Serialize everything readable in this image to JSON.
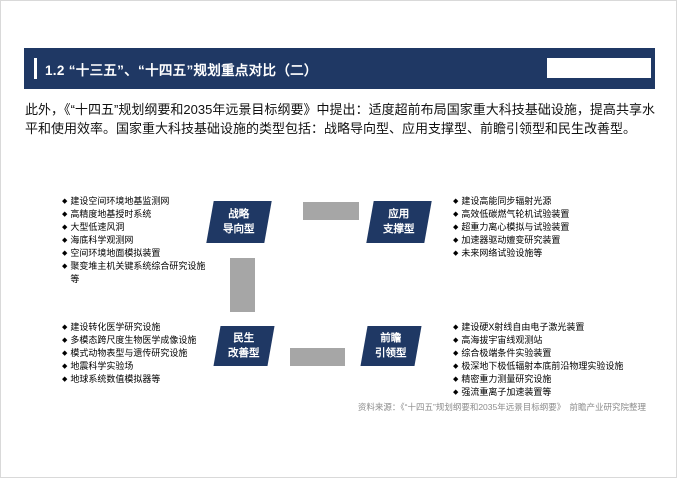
{
  "colors": {
    "primary_navy": "#1F3864",
    "connector_gray": "#A6A6A6",
    "source_gray": "#8C8C8C"
  },
  "header": {
    "title": "1.2 “十三五”、“十四五”规划重点对比（二）"
  },
  "intro": {
    "text": "此外，《“十四五”规划纲要和2035年远景目标纲要》中提出：适度超前布局国家重大科技基础设施，提高共享水平和使用效率。国家重大科技基础设施的类型包括：战略导向型、应用支撑型、前瞻引领型和民生改善型。"
  },
  "diagram": {
    "bullet": "◆",
    "nodes": {
      "strategic": {
        "label": "战略\n导向型",
        "items": [
          "建设空间环境地基监测网",
          "高精度地基授时系统",
          "大型低速风洞",
          "海底科学观测网",
          "空间环境地面模拟装置",
          "聚变堆主机关键系统综合研究设施等"
        ]
      },
      "application": {
        "label": "应用\n支撑型",
        "items": [
          "建设高能同步辐射光源",
          "高效低碳燃气轮机试验装置",
          "超重力离心模拟与试验装置",
          "加速器驱动嬗变研究装置",
          "未来网络试验设施等"
        ]
      },
      "livelihood": {
        "label": "民生\n改善型",
        "items": [
          "建设转化医学研究设施",
          "多模态跨尺度生物医学成像设施",
          "模式动物表型与遗传研究设施",
          "地震科学实验场",
          "地球系统数值模拟器等"
        ]
      },
      "forward": {
        "label": "前瞻\n引领型",
        "items": [
          "建设硬X射线自由电子激光装置",
          "高海拔宇宙线观测站",
          "综合极端条件实验装置",
          "极深地下极低辐射本底前沿物理实验设施",
          "精密重力测量研究设施",
          "强流重离子加速装置等"
        ]
      }
    }
  },
  "footer": {
    "source": "资料来源：《“十四五”规划纲要和2035年远景目标纲要》　前瞻产业研究院整理"
  }
}
